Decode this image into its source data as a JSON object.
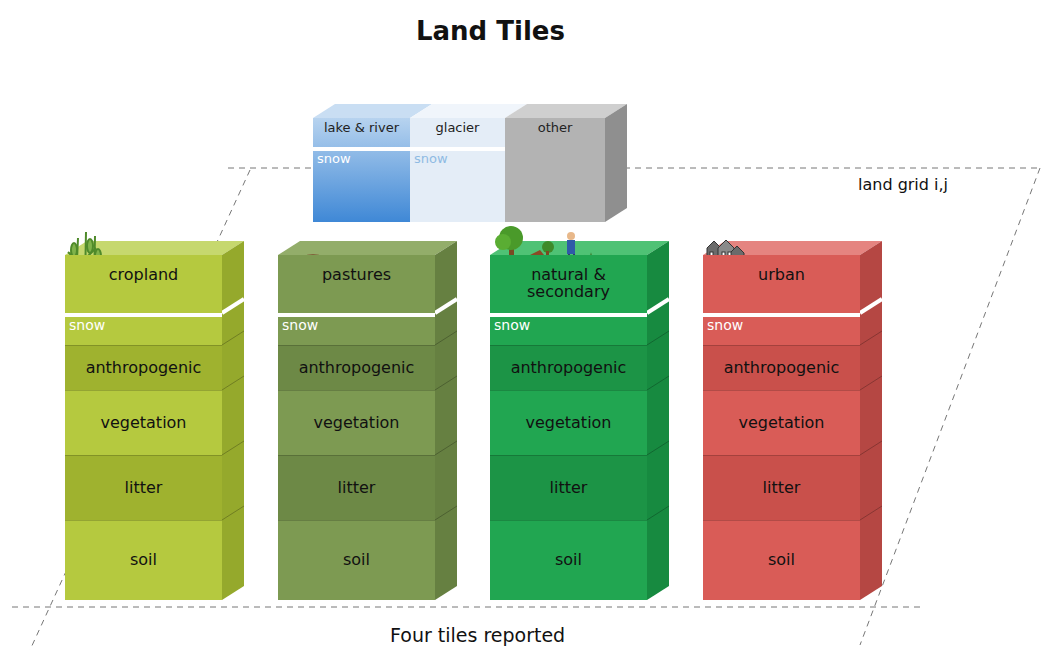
{
  "diagram": {
    "title": "Land Tiles",
    "nodes": [
      {
        "text": [
          "lake & river"
        ]
      },
      {
        "text": [
          "snow"
        ],
        "in": 0
      },
      {
        "text": [
          "glacier"
        ]
      },
      {
        "text": [
          "snow"
        ],
        "in": 2
      },
      {
        "text": [
          "other"
        ]
      },
      {
        "text": [
          "cropland"
        ]
      },
      {
        "text": [
          "snow"
        ],
        "in": 5
      },
      {
        "text": [
          "anthropogenic"
        ]
      },
      {
        "text": [
          "vegetation"
        ]
      },
      {
        "text": [
          "litter"
        ]
      },
      {
        "text": [
          "soil"
        ]
      },
      {
        "text": [
          "pastures"
        ]
      },
      {
        "text": [
          "snow"
        ],
        "in": 11
      },
      {
        "text": [
          "anthropogenic"
        ]
      },
      {
        "text": [
          "vegetation"
        ]
      },
      {
        "text": [
          "litter"
        ]
      },
      {
        "text": [
          "soil"
        ]
      },
      {
        "text": [
          "natural & secondary"
        ]
      },
      {
        "text": [
          "snow"
        ],
        "in": 17
      },
      {
        "text": [
          "anthropogenic"
        ]
      },
      {
        "text": [
          "vegetation"
        ]
      },
      {
        "text": [
          "litter"
        ]
      },
      {
        "text": [
          "soil"
        ]
      },
      {
        "text": [
          "urban"
        ]
      },
      {
        "text": [
          "snow"
        ],
        "in": 23
      },
      {
        "text": [
          "anthropogenic"
        ]
      },
      {
        "text": [
          "vegetation"
        ]
      },
      {
        "text": [
          "litter"
        ]
      },
      {
        "text": [
          "soil"
        ]
      }
    ],
    "labels": [
      "land grid i,j",
      "Four tiles reported"
    ]
  }
}
